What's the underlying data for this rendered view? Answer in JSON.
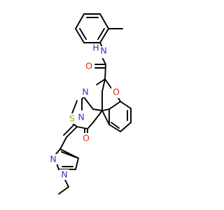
{
  "molecule": {
    "atoms": {
      "amide_H": {
        "text": "H",
        "color": "#3333cc"
      },
      "amide_N": {
        "text": "N",
        "color": "#3333cc"
      },
      "amide_O": {
        "text": "O",
        "color": "#e6261f"
      },
      "imine_N": {
        "text": "N",
        "color": "#3333cc"
      },
      "ring_N": {
        "text": "N",
        "color": "#3333cc"
      },
      "ether_O": {
        "text": "O",
        "color": "#e6261f"
      },
      "thio_S": {
        "text": "S",
        "color": "#b3a300"
      },
      "keto_O": {
        "text": "O",
        "color": "#e6261f"
      },
      "pyr_N1": {
        "text": "N",
        "color": "#3333cc"
      },
      "pyr_N2": {
        "text": "N",
        "color": "#3333cc"
      }
    },
    "bond_color": "#000000",
    "background": "#ffffff"
  }
}
